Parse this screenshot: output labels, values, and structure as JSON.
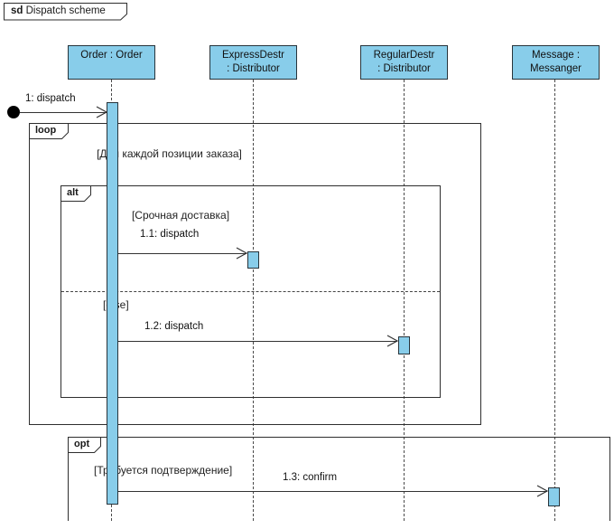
{
  "frame": {
    "keyword": "sd",
    "title": "Dispatch scheme"
  },
  "colors": {
    "element_fill": "#88CDEA",
    "element_border": "#27343b",
    "frame_border": "#2e2e2e",
    "message_line": "#333333"
  },
  "lifelines": [
    {
      "id": "order",
      "lines": [
        "Order : Order"
      ]
    },
    {
      "id": "express-destr",
      "lines": [
        "ExpressDestr",
        ": Distributor"
      ]
    },
    {
      "id": "regular-destr",
      "lines": [
        "RegularDestr",
        ": Distributor"
      ]
    },
    {
      "id": "messanger",
      "lines": [
        "Message :",
        "Messanger"
      ]
    }
  ],
  "fragments": [
    {
      "operator": "loop",
      "guard": "[Для каждой позиции заказа]"
    },
    {
      "operator": "alt",
      "guard": "[Срочная доставка]",
      "else_guard": "[else]"
    },
    {
      "operator": "opt",
      "guard": "[Требуется подтверждение]"
    }
  ],
  "messages": [
    {
      "label": "1: dispatch"
    },
    {
      "label": "1.1: dispatch"
    },
    {
      "label": "1.2: dispatch"
    },
    {
      "label": "1.3: confirm"
    }
  ]
}
